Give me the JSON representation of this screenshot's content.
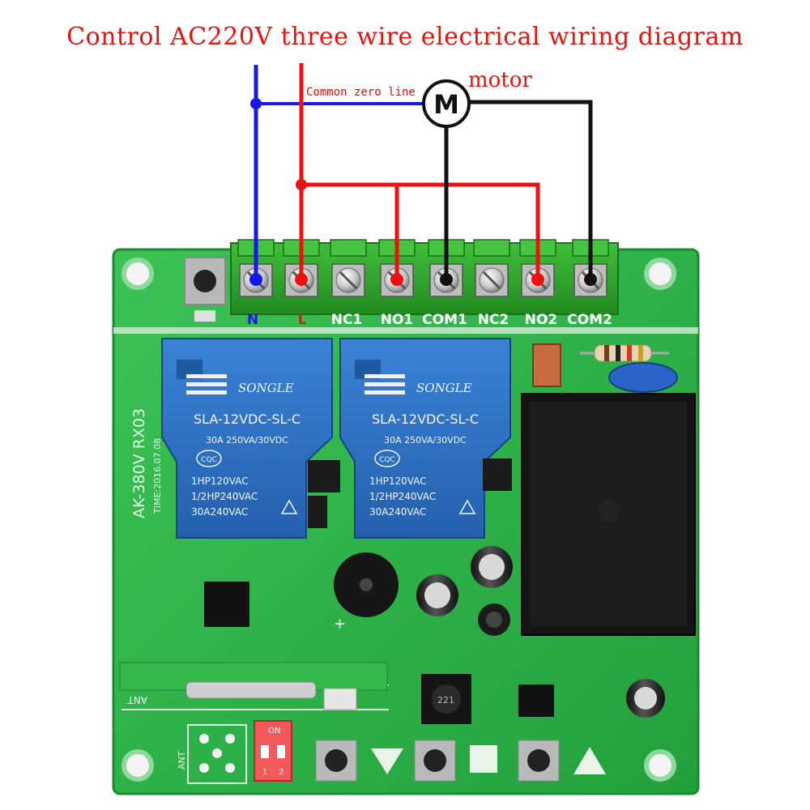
{
  "title": "Control AC220V three wire electrical wiring diagram",
  "motor_label": "motor",
  "motor_symbol": "M",
  "common_zero_label": "Common zero line",
  "terminals": [
    "N",
    "L",
    "NC1",
    "NO1",
    "COM1",
    "NC2",
    "NO2",
    "COM2"
  ],
  "relays": [
    {
      "brand": "SONGLE",
      "model": "SLA-12VDC-SL-C",
      "rating": "30A 250VA/30VDC",
      "cert": "CQC",
      "spec1": "1HP120VAC",
      "spec2": "1/2HP240VAC",
      "spec3": "30A240VAC"
    },
    {
      "brand": "SONGLE",
      "model": "SLA-12VDC-SL-C",
      "rating": "30A 250VA/30VDC",
      "cert": "CQC",
      "spec1": "1HP120VAC",
      "spec2": "1/2HP240VAC",
      "spec3": "30A240VAC"
    }
  ],
  "board_model": "AK-380V RX03",
  "board_time": "TIME:2016.07.08",
  "ant_label": "ANT",
  "ant_label2": "ANT",
  "dip_on": "ON",
  "dip_nums": [
    "1",
    "2"
  ],
  "inductor_label": "221",
  "plus_mark": "+",
  "colors": {
    "wire_blue": "#1818e8",
    "wire_red": "#ee1111",
    "wire_black": "#111111",
    "pcb_green": "#2fb34a",
    "relay_blue": "#2b6fc0",
    "title_red": "#e8120f"
  }
}
